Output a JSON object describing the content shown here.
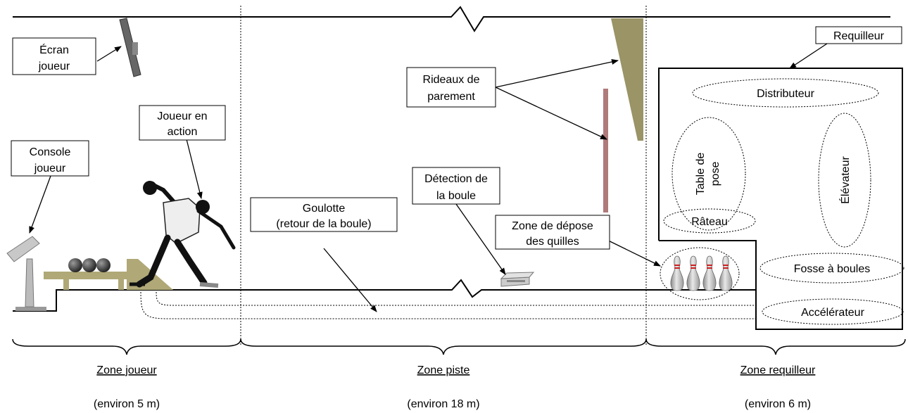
{
  "labels": {
    "ecran_joueur": [
      "Écran",
      "joueur"
    ],
    "requilleur": "Requilleur",
    "rideaux": [
      "Rideaux de",
      "parement"
    ],
    "joueur_action": [
      "Joueur en",
      "action"
    ],
    "console_joueur": [
      "Console",
      "joueur"
    ],
    "detection_boule": [
      "Détection de",
      "la boule"
    ],
    "goulotte": [
      "Goulotte",
      "(retour de la boule)"
    ],
    "zone_depose": [
      "Zone de dépose",
      "des quilles"
    ]
  },
  "components": {
    "distributeur": "Distributeur",
    "table_pose": [
      "Table de",
      "pose"
    ],
    "elevateur": "Élévateur",
    "rateau": "Râteau",
    "fosse_boules": "Fosse à boules",
    "accelerateur": "Accélérateur"
  },
  "zones": [
    {
      "name": "Zone joueur",
      "size": "(environ 5 m)"
    },
    {
      "name": "Zone piste",
      "size": "(environ 18 m)"
    },
    {
      "name": "Zone requilleur",
      "size": "(environ 6 m)"
    }
  ],
  "colors": {
    "curtain": "#9a9466",
    "bench": "#b0a877",
    "rod": "#b07a7a",
    "pin_stripe": "#cc2222"
  }
}
